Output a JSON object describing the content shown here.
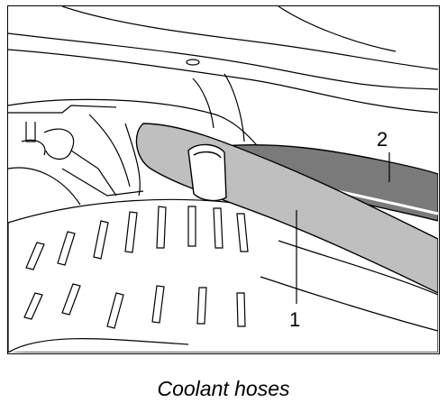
{
  "caption": "Coolant hoses",
  "callouts": {
    "hose_1": "1",
    "hose_2": "2"
  },
  "colors": {
    "hose_1": "#bfbfbf",
    "hose_2": "#7a7a7a",
    "line": "#000000"
  }
}
